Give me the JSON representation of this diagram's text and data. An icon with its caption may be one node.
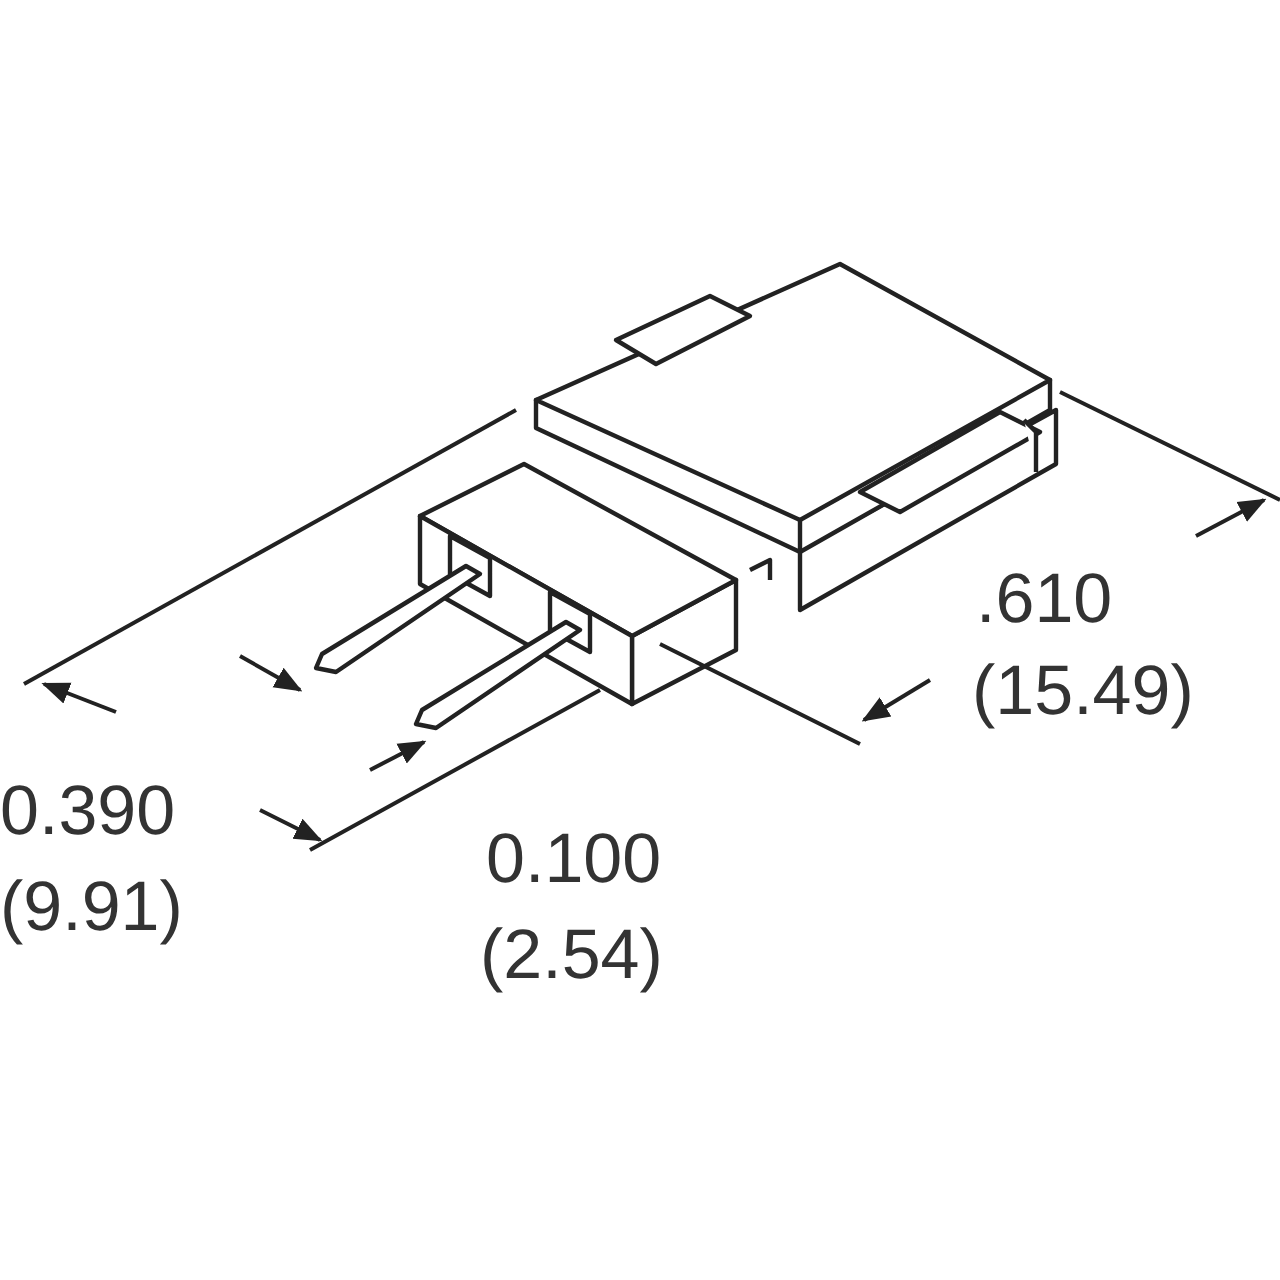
{
  "diagram": {
    "labels": [
      ".610",
      "(15.49)",
      "0.390",
      "(9.91)",
      "0.100",
      "(2.54)"
    ]
  }
}
